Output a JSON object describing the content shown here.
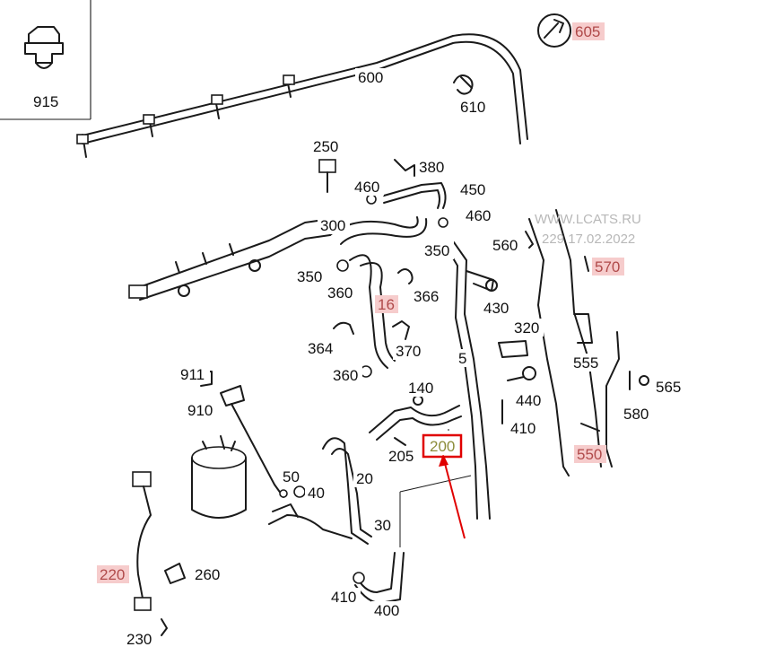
{
  "watermark": {
    "line1": "WWW.LCATS.RU",
    "line2": "229 17.02.2022"
  },
  "colors": {
    "highlight_bg": "#f6cccc",
    "highlight_text": "#b04a4a",
    "selection": "#e00000",
    "arrow": "#e00000",
    "selected_text": "#8c8c3a"
  },
  "selected_callout": "200",
  "callouts": [
    {
      "id": "915",
      "label": "915",
      "style": "normal"
    },
    {
      "id": "600",
      "label": "600",
      "style": "normal"
    },
    {
      "id": "605",
      "label": "605",
      "style": "highlight"
    },
    {
      "id": "610",
      "label": "610",
      "style": "normal"
    },
    {
      "id": "250",
      "label": "250",
      "style": "normal"
    },
    {
      "id": "380",
      "label": "380",
      "style": "normal"
    },
    {
      "id": "460a",
      "label": "460",
      "style": "normal"
    },
    {
      "id": "450",
      "label": "450",
      "style": "normal"
    },
    {
      "id": "460b",
      "label": "460",
      "style": "normal"
    },
    {
      "id": "300",
      "label": "300",
      "style": "normal"
    },
    {
      "id": "560",
      "label": "560",
      "style": "normal"
    },
    {
      "id": "570",
      "label": "570",
      "style": "highlight"
    },
    {
      "id": "350a",
      "label": "350",
      "style": "normal"
    },
    {
      "id": "350b",
      "label": "350",
      "style": "normal"
    },
    {
      "id": "360a",
      "label": "360",
      "style": "normal"
    },
    {
      "id": "366",
      "label": "366",
      "style": "normal"
    },
    {
      "id": "16",
      "label": "16",
      "style": "highlight"
    },
    {
      "id": "430",
      "label": "430",
      "style": "normal"
    },
    {
      "id": "320",
      "label": "320",
      "style": "normal"
    },
    {
      "id": "364",
      "label": "364",
      "style": "normal"
    },
    {
      "id": "370",
      "label": "370",
      "style": "normal"
    },
    {
      "id": "555",
      "label": "555",
      "style": "normal"
    },
    {
      "id": "911",
      "label": "911",
      "style": "normal"
    },
    {
      "id": "360b",
      "label": "360",
      "style": "normal"
    },
    {
      "id": "5",
      "label": "5",
      "style": "normal"
    },
    {
      "id": "565",
      "label": "565",
      "style": "normal"
    },
    {
      "id": "140",
      "label": "140",
      "style": "normal"
    },
    {
      "id": "440",
      "label": "440",
      "style": "normal"
    },
    {
      "id": "910",
      "label": "910",
      "style": "normal"
    },
    {
      "id": "580",
      "label": "580",
      "style": "normal"
    },
    {
      "id": "410a",
      "label": "410",
      "style": "normal"
    },
    {
      "id": "200",
      "label": "200",
      "style": "selected"
    },
    {
      "id": "205",
      "label": "205",
      "style": "normal"
    },
    {
      "id": "550",
      "label": "550",
      "style": "highlight"
    },
    {
      "id": "20",
      "label": "20",
      "style": "normal"
    },
    {
      "id": "50",
      "label": "50",
      "style": "normal"
    },
    {
      "id": "40",
      "label": "40",
      "style": "normal"
    },
    {
      "id": "30",
      "label": "30",
      "style": "normal"
    },
    {
      "id": "220",
      "label": "220",
      "style": "highlight"
    },
    {
      "id": "260",
      "label": "260",
      "style": "normal"
    },
    {
      "id": "410b",
      "label": "410",
      "style": "normal"
    },
    {
      "id": "400",
      "label": "400",
      "style": "normal"
    },
    {
      "id": "230",
      "label": "230",
      "style": "normal"
    }
  ]
}
